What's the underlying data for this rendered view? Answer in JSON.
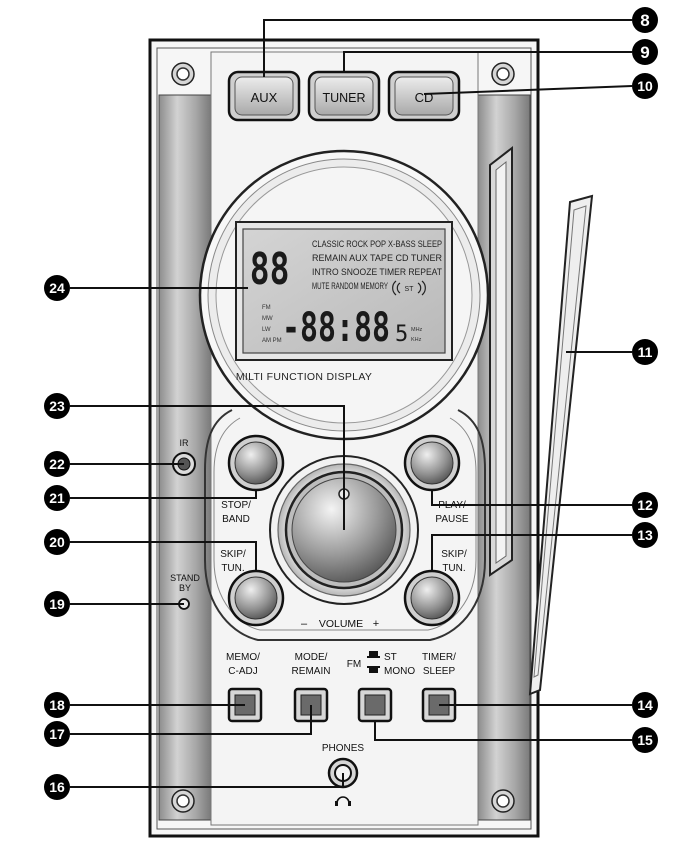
{
  "top_buttons": {
    "aux": "AUX",
    "tuner": "TUNER",
    "cd": "CD"
  },
  "display": {
    "caption": "MILTI FUNCTION DISPLAY",
    "row1": "CLASSIC  ROCK  POP  X-BASS  SLEEP",
    "row2": "REMAIN   AUX   TAPE   CD   TUNER",
    "row3": "INTRO   SNOOZE   TIMER   REPEAT",
    "row4": "MUTE  RANDOM  MEMORY",
    "big_digits": "88",
    "time_digits": "-88:88",
    "small_digit": "5",
    "st_label": "ST",
    "band_fm": "FM",
    "band_mw": "MW",
    "band_lw": "LW",
    "ampm": "AM PM",
    "mhz": "MHz",
    "khz": "KHz"
  },
  "controls": {
    "ir": "IR",
    "stop_band": [
      "STOP/",
      "BAND"
    ],
    "play_pause": [
      "PLAY/",
      "PAUSE"
    ],
    "skip_left": [
      "SKIP/",
      "TUN."
    ],
    "skip_right": [
      "SKIP/",
      "TUN."
    ],
    "standby": [
      "STAND",
      "BY"
    ],
    "volume": "VOLUME",
    "volume_minus": "–",
    "volume_plus": "+",
    "memo": [
      "MEMO/",
      "C-ADJ"
    ],
    "mode": [
      "MODE/",
      "REMAIN"
    ],
    "fm_label": "FM",
    "fm_st": "ST",
    "fm_mono": "MONO",
    "timer": [
      "TIMER/",
      "SLEEP"
    ],
    "phones": "PHONES"
  },
  "callouts": {
    "c8": "8",
    "c9": "9",
    "c10": "10",
    "c11": "11",
    "c12": "12",
    "c13": "13",
    "c14": "14",
    "c15": "15",
    "c16": "16",
    "c17": "17",
    "c18": "18",
    "c19": "19",
    "c20": "20",
    "c21": "21",
    "c22": "22",
    "c23": "23",
    "c24": "24"
  }
}
